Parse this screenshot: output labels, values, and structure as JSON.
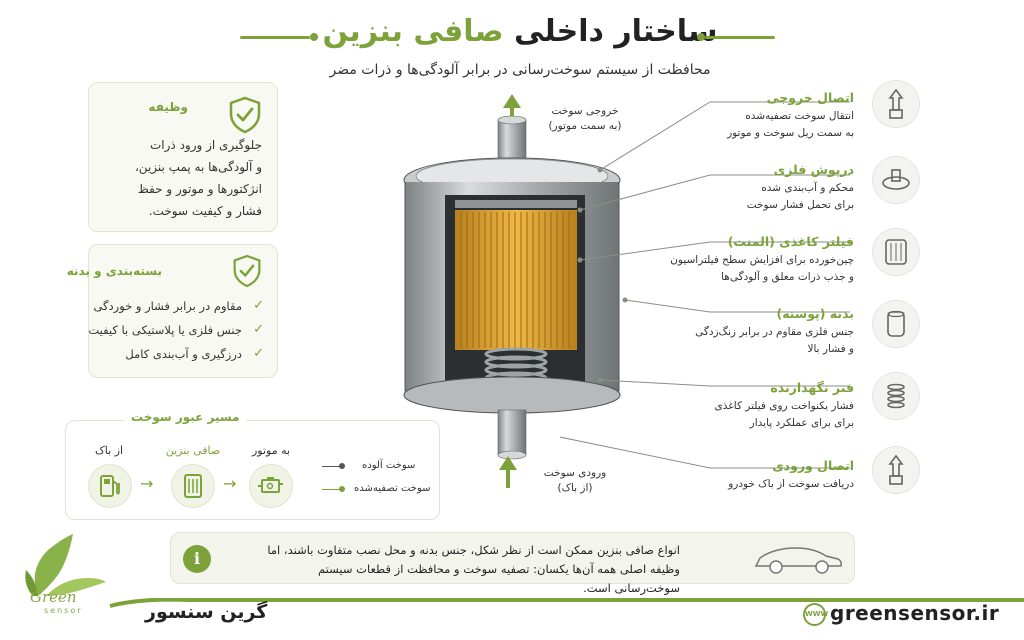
{
  "header": {
    "title_main": "ساختار داخلی",
    "title_accent": "صافی بنزین",
    "subtitle": "محافظت از سیستم سوخت‌رسانی در برابر آلودگی‌ها و ذرات مضر"
  },
  "function_card": {
    "title": "وظیفه",
    "lines": [
      "جلوگیری از ورود ذرات",
      "و آلودگی‌ها به پمپ بنزین،",
      "انژکتورها و موتور و حفظ",
      "فشار و کیفیت سوخت."
    ]
  },
  "body_card": {
    "title": "بسته‌بندی و بدنه",
    "items": [
      "مقاوم در برابر فشار و خوردگی",
      "جنس فلزی یا پلاستیکی با کیفیت",
      "درزگیری و آب‌بندی کامل"
    ]
  },
  "fuel_path": {
    "title": "مسیر عبور سوخت",
    "from_tank": "از باک",
    "filter": "صافی بنزین",
    "to_engine": "به موتور",
    "legend_dirty": "سوخت آلوده",
    "legend_clean": "سوخت تصفیه‌شده"
  },
  "diagram_labels": {
    "outlet": [
      "خروجی سوخت",
      "(به سمت موتور)"
    ],
    "inlet": [
      "ورودی سوخت",
      "(از باک)"
    ]
  },
  "parts": [
    {
      "title": "اتصال خروجی",
      "desc": [
        "انتقال سوخت تصفیه‌شده",
        "به سمت ریل سوخت و موتور"
      ],
      "icon": "outlet-connector-icon"
    },
    {
      "title": "درپوش فلزی",
      "desc": [
        "محکم و آب‌بندی شده",
        "برای تحمل فشار سوخت"
      ],
      "icon": "metal-cap-icon"
    },
    {
      "title": "فیلتر کاغذی (المنت)",
      "desc": [
        "چین‌خورده برای افزایش سطح فیلتراسیون",
        "و جذب ذرات معلق و آلودگی‌ها"
      ],
      "icon": "paper-element-icon"
    },
    {
      "title": "بدنه (پوسته)",
      "desc": [
        "جنس فلزی مقاوم در برابر زنگ‌زدگی",
        "و فشار بالا"
      ],
      "icon": "housing-icon"
    },
    {
      "title": "فنر نگهدارنده",
      "desc": [
        "فشار یکنواخت روی فیلتر کاغذی",
        "برای برای عملکرد پایدار"
      ],
      "icon": "spring-icon"
    },
    {
      "title": "اتصال ورودی",
      "desc": [
        "دریافت سوخت از باک خودرو"
      ],
      "icon": "inlet-connector-icon"
    }
  ],
  "note": {
    "line1": "انواع صافی بنزین ممکن است از نظر شکل، جنس بدنه و محل نصب متفاوت باشند، اما",
    "line2": "وظیفه اصلی همه آن‌ها یکسان: تصفیه سوخت و محافظت از قطعات سیستم سوخت‌رسانی است."
  },
  "footer": {
    "brand_fa": "گرین سنسور",
    "website": "greensensor.ir",
    "www": "WWW",
    "logo_word": "Green",
    "logo_sub": "sensor"
  },
  "colors": {
    "accent": "#7da23a",
    "filter_paper": "#e3a935",
    "metal": "#b9bdbf"
  }
}
